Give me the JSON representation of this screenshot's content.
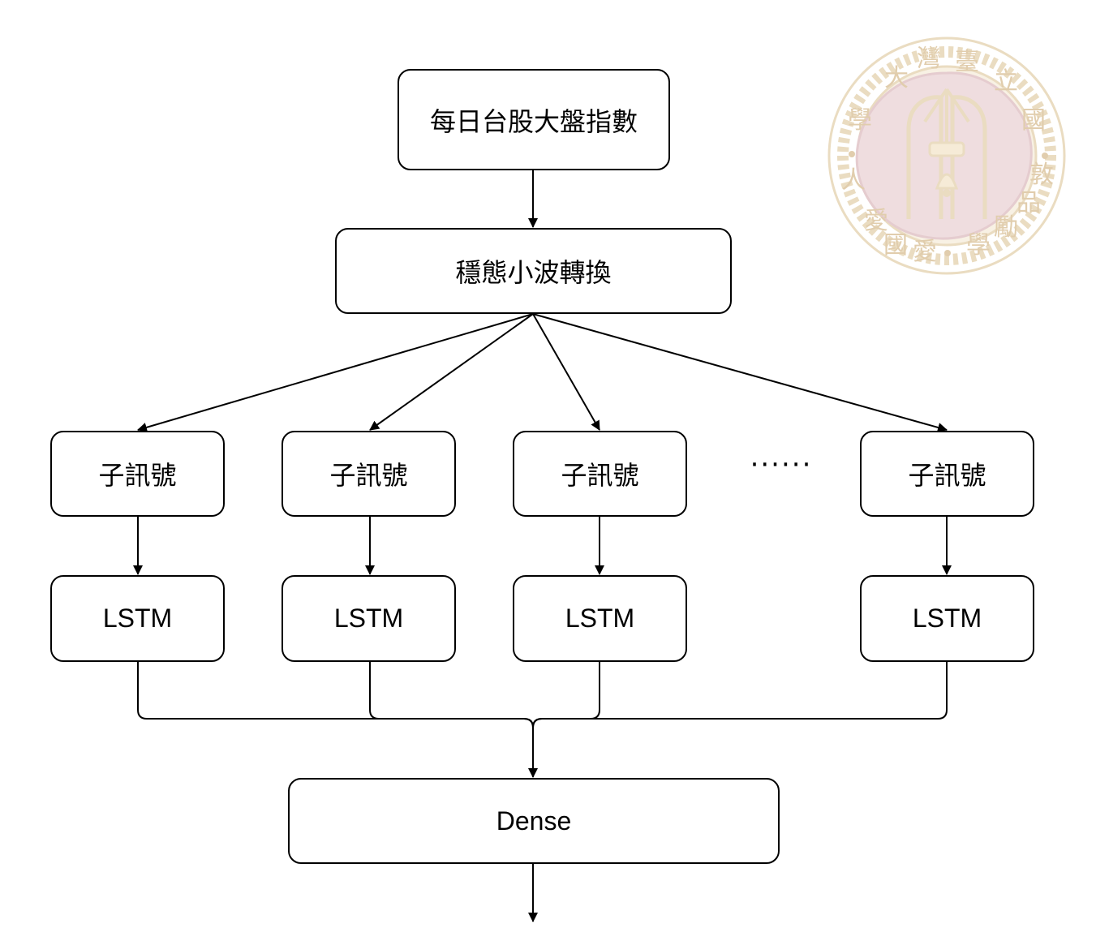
{
  "diagram": {
    "input": {
      "label": "每日台股大盤指數"
    },
    "transform": {
      "label": "穩態小波轉換"
    },
    "subsignals": [
      {
        "label": "子訊號"
      },
      {
        "label": "子訊號"
      },
      {
        "label": "子訊號"
      },
      {
        "label": "子訊號"
      }
    ],
    "ellipsis": "······",
    "lstms": [
      {
        "label": "LSTM"
      },
      {
        "label": "LSTM"
      },
      {
        "label": "LSTM"
      },
      {
        "label": "LSTM"
      }
    ],
    "dense": {
      "label": "Dense"
    }
  },
  "watermark": {
    "kind": "university seal",
    "ring_text": "國立臺灣大學 · 敦品勵學 · 愛國愛人",
    "color": "#c9a66b",
    "inner_color": "#b8707a"
  }
}
